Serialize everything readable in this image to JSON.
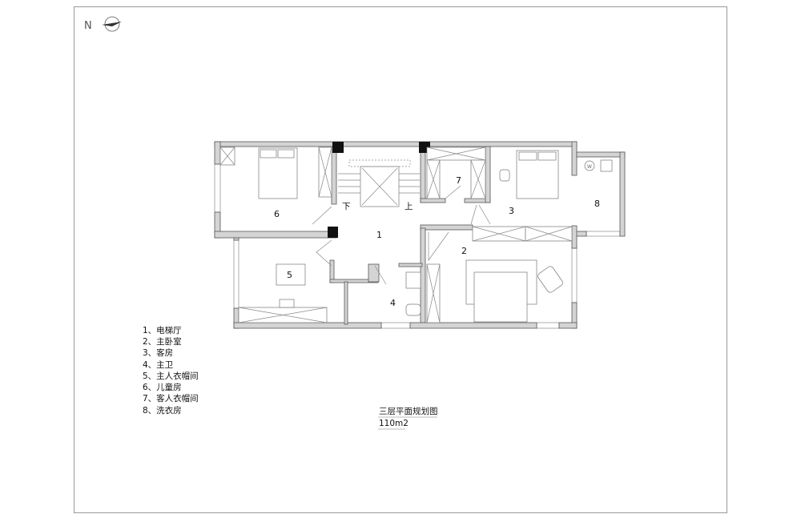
{
  "compass": {
    "north_label": "N"
  },
  "rooms": [
    {
      "id": "1",
      "label": "1"
    },
    {
      "id": "2",
      "label": "2"
    },
    {
      "id": "3",
      "label": "3"
    },
    {
      "id": "4",
      "label": "4"
    },
    {
      "id": "5",
      "label": "5"
    },
    {
      "id": "6",
      "label": "6"
    },
    {
      "id": "7",
      "label": "7"
    },
    {
      "id": "8",
      "label": "8"
    }
  ],
  "stairs": {
    "down_label": "下",
    "up_label": "上"
  },
  "legend": [
    "1、电梯厅",
    "2、主卧室",
    "3、客房",
    "4、主卫",
    "5、主人衣帽间",
    "6、儿童房",
    "7、客人衣帽间",
    "8、洗衣房"
  ],
  "plan_title": "三层平面规划图",
  "plan_area": "110m2"
}
